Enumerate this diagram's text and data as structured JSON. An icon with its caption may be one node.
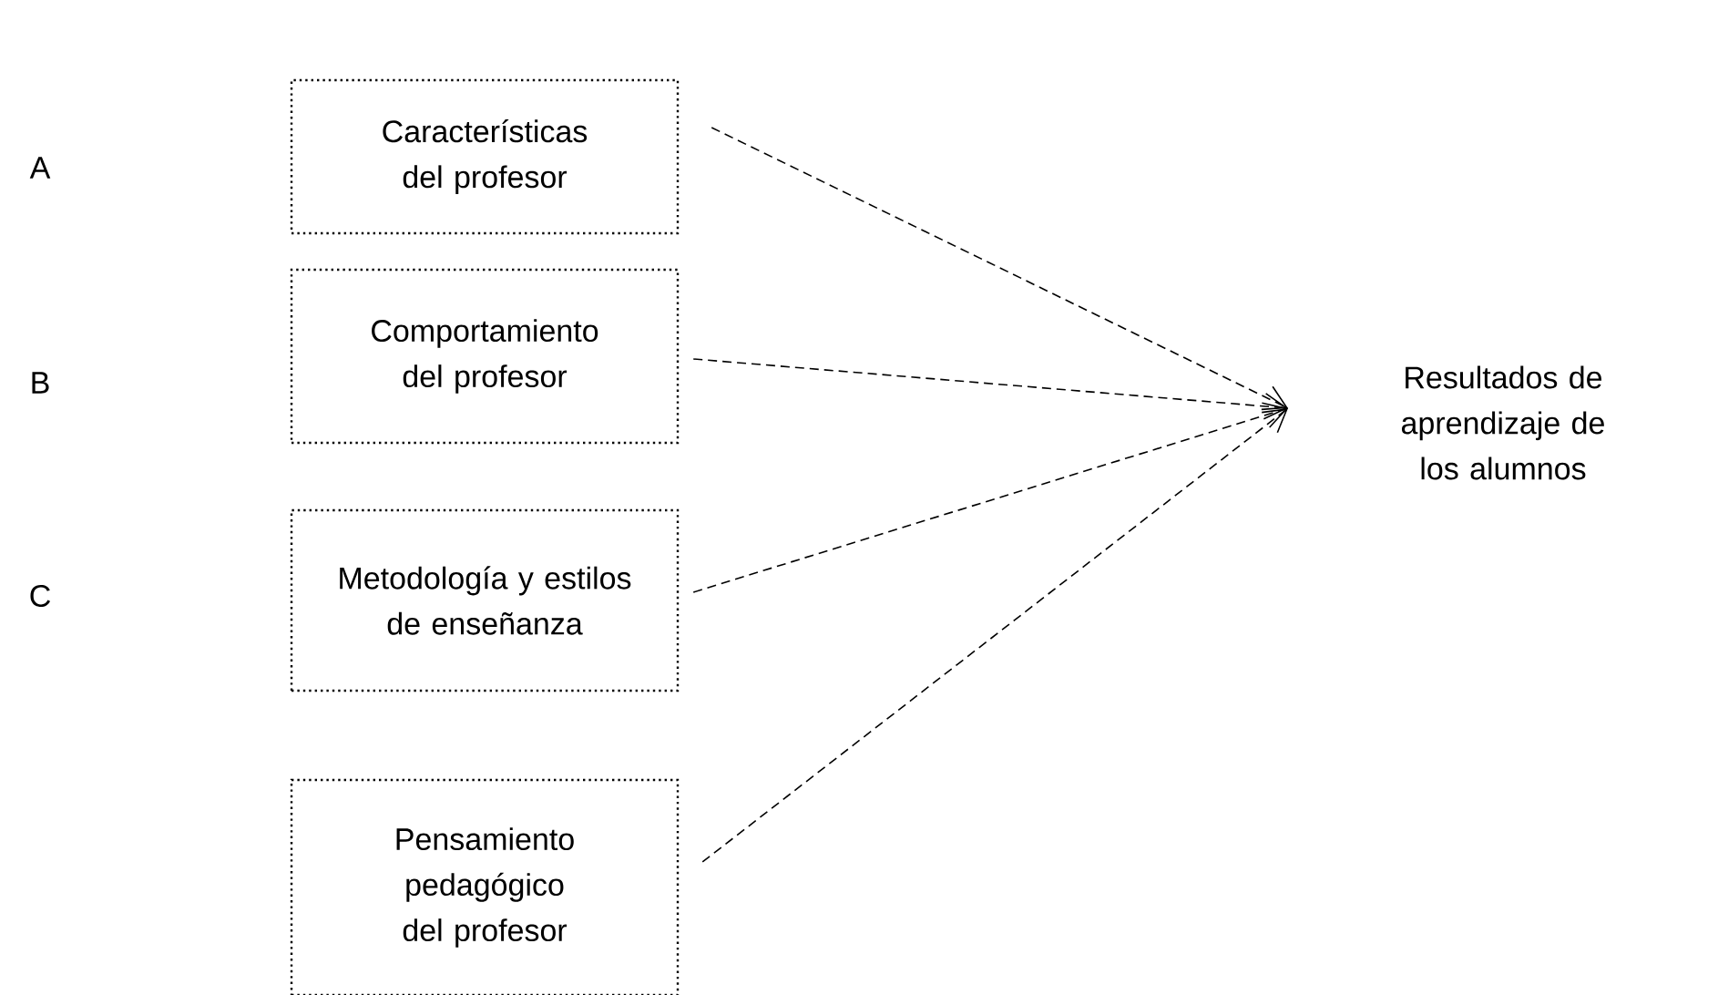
{
  "diagram": {
    "nodes": [
      {
        "text": [
          "Características del profesor"
        ]
      },
      {
        "text": [
          "Comportamiento del profesor"
        ]
      },
      {
        "text": [
          "Metodología y estilos de enseñanza"
        ]
      },
      {
        "text": [
          "Pensamiento pedagógico del profesor"
        ]
      },
      {
        "text": [
          "Resultados de aprendizaje de los alumnos"
        ]
      }
    ],
    "edges": [
      {
        "from": 0,
        "to": 4,
        "arrow": "to",
        "style": "dashed"
      },
      {
        "from": 1,
        "to": 4,
        "arrow": "to",
        "style": "dashed"
      },
      {
        "from": 2,
        "to": 4,
        "arrow": "to",
        "style": "dashed"
      },
      {
        "from": 3,
        "to": 4,
        "arrow": "to",
        "style": "dashed"
      }
    ],
    "labels": [
      "A",
      "B",
      "C"
    ]
  }
}
